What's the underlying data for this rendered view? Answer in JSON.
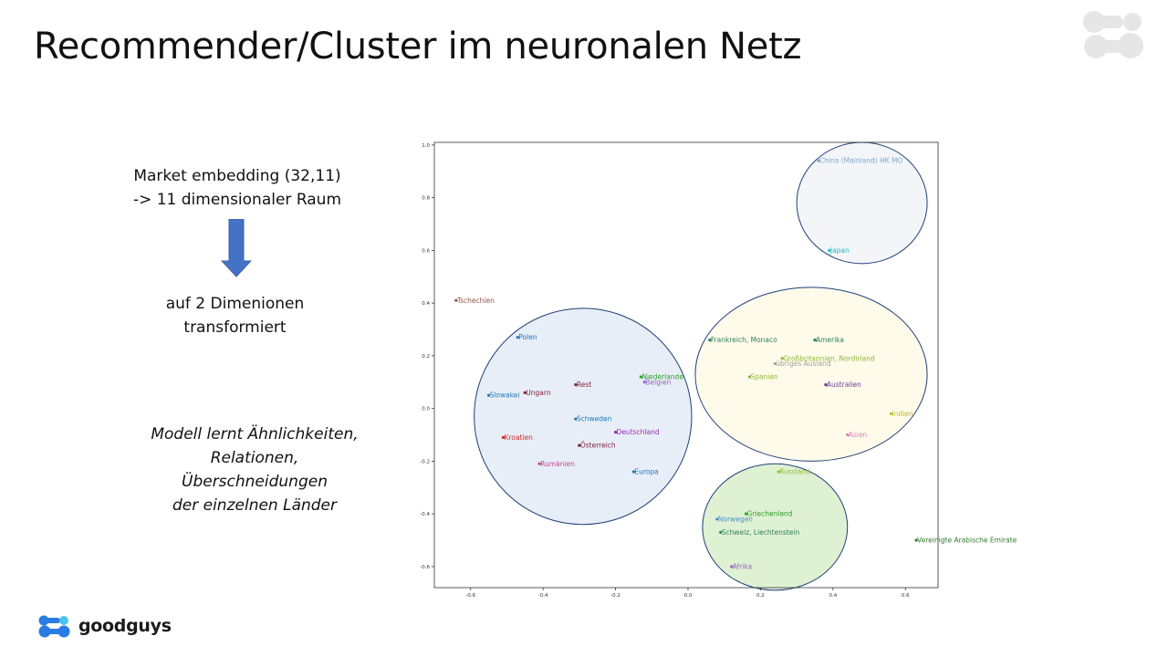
{
  "slide": {
    "title": "Recommender/Cluster im neuronalen Netz",
    "embedding_lines": [
      "Market embedding (32,11)",
      "-> 11 dimensionaler  Raum"
    ],
    "transform_lines": [
      "auf 2 Dimenionen",
      "transformiert"
    ],
    "model_lines": [
      "Modell lernt Ähnlichkeiten,",
      "Relationen,",
      "Überschneidungen",
      "der einzelnen Länder"
    ],
    "brand_name": "goodguys",
    "colors": {
      "arrow": "#4472c4",
      "brand_blue": "#2a7be4",
      "brand_cyan": "#4cc3f0",
      "corner_logo": "#e6e6e6"
    },
    "icons": {
      "arrow": "down-arrow-icon",
      "corner": "goodguys-corner-logo-icon",
      "brand": "goodguys-logo-icon"
    }
  },
  "chart_data": {
    "type": "scatter",
    "title": "",
    "xlabel": "",
    "ylabel": "",
    "xlim": [
      -0.7,
      0.69
    ],
    "ylim": [
      -0.68,
      1.01
    ],
    "xticks": [
      -0.6,
      -0.4,
      -0.2,
      0.0,
      0.2,
      0.4,
      0.6
    ],
    "yticks": [
      1.0,
      0.8,
      0.6,
      0.4,
      0.2,
      0.0,
      -0.2,
      -0.4,
      -0.6
    ],
    "tick_labels_x": [
      "-0.6",
      "-0.4",
      "-0.2",
      "0.0",
      "0.2",
      "0.4",
      "0.6"
    ],
    "tick_labels_y": [
      "1.0",
      "0.8",
      "0.6",
      "0.4",
      "0.2",
      "0.0",
      "-0.2",
      "-0.4",
      "-0.6"
    ],
    "grid": false,
    "points": [
      {
        "label": "China (Mainland) HK MO",
        "x": 0.36,
        "y": 0.94,
        "color": "#7fa7c8"
      },
      {
        "label": "Japan",
        "x": 0.39,
        "y": 0.6,
        "color": "#17becf"
      },
      {
        "label": "Tschechien",
        "x": -0.64,
        "y": 0.41,
        "color": "#8c564b"
      },
      {
        "label": "Polen",
        "x": -0.47,
        "y": 0.27,
        "color": "#1f77b4"
      },
      {
        "label": "Rest",
        "x": -0.31,
        "y": 0.09,
        "color": "#7b1f3a"
      },
      {
        "label": "Niederlande",
        "x": -0.13,
        "y": 0.12,
        "color": "#2ca02c"
      },
      {
        "label": "Belgien",
        "x": -0.12,
        "y": 0.1,
        "color": "#9467bd"
      },
      {
        "label": "Slowakei",
        "x": -0.55,
        "y": 0.05,
        "color": "#1f77b4"
      },
      {
        "label": "Ungarn",
        "x": -0.45,
        "y": 0.06,
        "color": "#7b1f3a"
      },
      {
        "label": "Schweden",
        "x": -0.31,
        "y": -0.04,
        "color": "#1f77b4"
      },
      {
        "label": "Deutschland",
        "x": -0.2,
        "y": -0.09,
        "color": "#9c27b0"
      },
      {
        "label": "Kroatien",
        "x": -0.51,
        "y": -0.11,
        "color": "#d62728"
      },
      {
        "label": "Österreich",
        "x": -0.3,
        "y": -0.14,
        "color": "#7b1f3a"
      },
      {
        "label": "Rumänien",
        "x": -0.41,
        "y": -0.21,
        "color": "#c2478f"
      },
      {
        "label": "Europa",
        "x": -0.15,
        "y": -0.24,
        "color": "#1f77b4"
      },
      {
        "label": "Frankreich, Monaco",
        "x": 0.06,
        "y": 0.26,
        "color": "#2e7d5b"
      },
      {
        "label": "Amerika",
        "x": 0.35,
        "y": 0.26,
        "color": "#2e7d5b"
      },
      {
        "label": "Großbritannien, Nordirland",
        "x": 0.26,
        "y": 0.19,
        "color": "#8fb83a"
      },
      {
        "label": "übriges Ausland",
        "x": 0.24,
        "y": 0.17,
        "color": "#9e9e9e"
      },
      {
        "label": "Spanien",
        "x": 0.17,
        "y": 0.12,
        "color": "#8fb83a"
      },
      {
        "label": "Australien",
        "x": 0.38,
        "y": 0.09,
        "color": "#6a3d9a"
      },
      {
        "label": "Indien",
        "x": 0.56,
        "y": -0.02,
        "color": "#b5bd2d"
      },
      {
        "label": "Asien",
        "x": 0.44,
        "y": -0.1,
        "color": "#e377c2"
      },
      {
        "label": "Russland",
        "x": 0.25,
        "y": -0.24,
        "color": "#8fb83a"
      },
      {
        "label": "Griechenland",
        "x": 0.16,
        "y": -0.4,
        "color": "#2ca02c"
      },
      {
        "label": "Norwegen",
        "x": 0.08,
        "y": -0.42,
        "color": "#4a90c4"
      },
      {
        "label": "Schweiz, Liechtenstein",
        "x": 0.09,
        "y": -0.47,
        "color": "#2e7d5b"
      },
      {
        "label": "Vereinigte Arabische Emirate",
        "x": 0.63,
        "y": -0.5,
        "color": "#2e7d32"
      },
      {
        "label": "Afrika",
        "x": 0.12,
        "y": -0.6,
        "color": "#9467bd"
      }
    ],
    "clusters": [
      {
        "cx": 0.48,
        "cy": 0.78,
        "rx": 0.18,
        "ry": 0.23,
        "stroke": "#1f3f7a",
        "fill": "#f3f5f8"
      },
      {
        "cx": -0.29,
        "cy": -0.03,
        "rx": 0.3,
        "ry": 0.41,
        "stroke": "#1f3f7a",
        "fill": "#e8eef8"
      },
      {
        "cx": 0.34,
        "cy": 0.13,
        "rx": 0.32,
        "ry": 0.33,
        "stroke": "#1f3f7a",
        "fill": "#fffbea"
      },
      {
        "cx": 0.24,
        "cy": -0.45,
        "rx": 0.2,
        "ry": 0.24,
        "stroke": "#1f3f7a",
        "fill": "#dff1d3"
      }
    ]
  }
}
